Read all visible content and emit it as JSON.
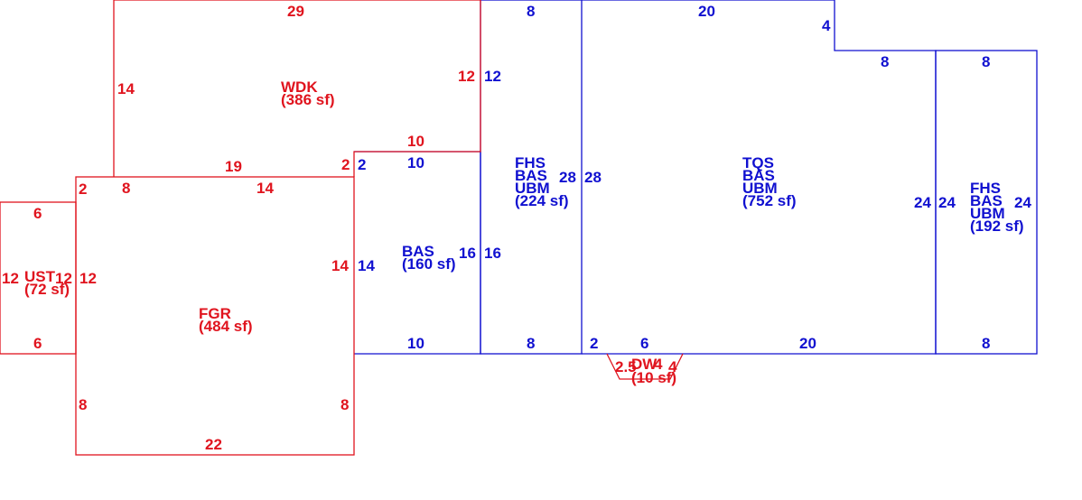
{
  "colors": {
    "red": "#e0141e",
    "blue": "#1010d0",
    "background": "#ffffff"
  },
  "areas": {
    "wdk": {
      "codes": [
        "WDK"
      ],
      "area": "(386 sf)"
    },
    "fgr": {
      "codes": [
        "FGR"
      ],
      "area": "(484 sf)"
    },
    "ust": {
      "codes": [
        "UST"
      ],
      "area": "(72 sf)"
    },
    "bas_small": {
      "codes": [
        "BAS"
      ],
      "area": "(160 sf)"
    },
    "fhs_left": {
      "codes": [
        "FHS",
        "BAS",
        "UBM"
      ],
      "area": "(224 sf)"
    },
    "tqs": {
      "codes": [
        "TQS",
        "BAS",
        "UBM"
      ],
      "area": "(752 sf)"
    },
    "fhs_right": {
      "codes": [
        "FHS",
        "BAS",
        "UBM"
      ],
      "area": "(192 sf)"
    },
    "dsw": {
      "codes": [
        "DW",
        "2.5",
        "4",
        "4"
      ],
      "area": "(10 sf)"
    }
  },
  "dimensions": {
    "wdk_top": "29",
    "wdk_left": "14",
    "wdk_right": "12",
    "wdk_bottom_right": "10",
    "wdk_bottom": "19",
    "wdk_step": "2",
    "fgr_left_top": "2",
    "fgr_top_left": "8",
    "fgr_top": "14",
    "fgr_right": "14",
    "fgr_left_bottom": "8",
    "fgr_right_bottom": "8",
    "fgr_bottom": "22",
    "ust_top": "6",
    "ust_left": "12",
    "ust_right": "12",
    "ust_right2": "12",
    "ust_bottom": "6",
    "bas_step": "2",
    "bas_top": "10",
    "bas_left": "14",
    "bas_right": "16",
    "bas_bottom": "10",
    "fhs_l_top": "8",
    "fhs_l_left_top": "12",
    "fhs_l_left": "16",
    "fhs_l_right": "28",
    "fhs_l_right2": "28",
    "fhs_l_bottom": "8",
    "tqs_top": "20",
    "tqs_step": "4",
    "tqs_top_right": "8",
    "tqs_right": "24",
    "tqs_bottom_a": "2",
    "tqs_bottom_b": "6",
    "tqs_bottom": "20",
    "fhs_r_top": "8",
    "fhs_r_left": "24",
    "fhs_r_right": "24",
    "fhs_r_bottom": "8"
  }
}
